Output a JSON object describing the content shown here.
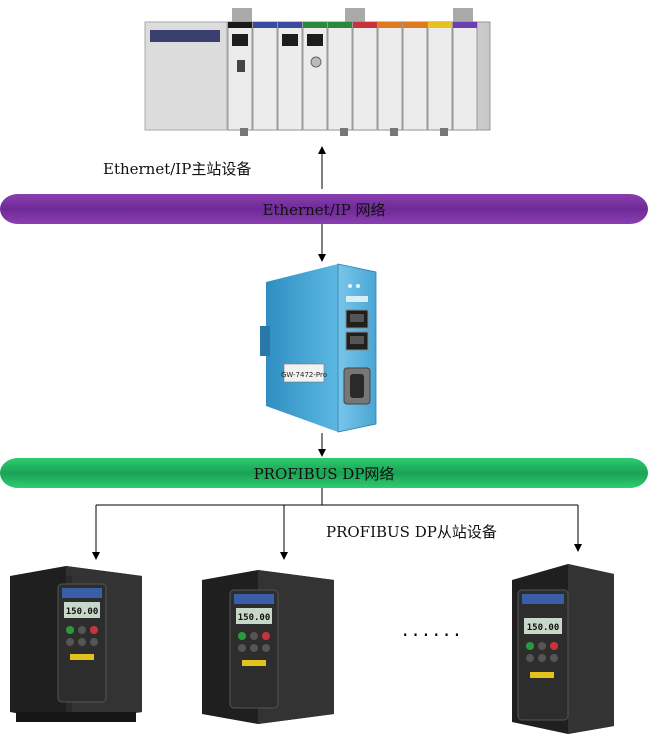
{
  "labels": {
    "master_device": "Ethernet/IP主站设备",
    "ethernet_network": "Ethernet/IP 网络",
    "profibus_network": "PROFIBUS DP网络",
    "slave_device": "PROFIBUS DP从站设备",
    "ellipsis": "......",
    "gateway_model": "GW-7472-Pro",
    "drive_display": "150.00"
  },
  "colors": {
    "ethernet_bus": "#7b35a5",
    "profibus_bus": "#22b461",
    "gateway_body": "#4fa8d6",
    "drive_body": "#2b2b2b",
    "plc_body": "#e6e6e6"
  }
}
